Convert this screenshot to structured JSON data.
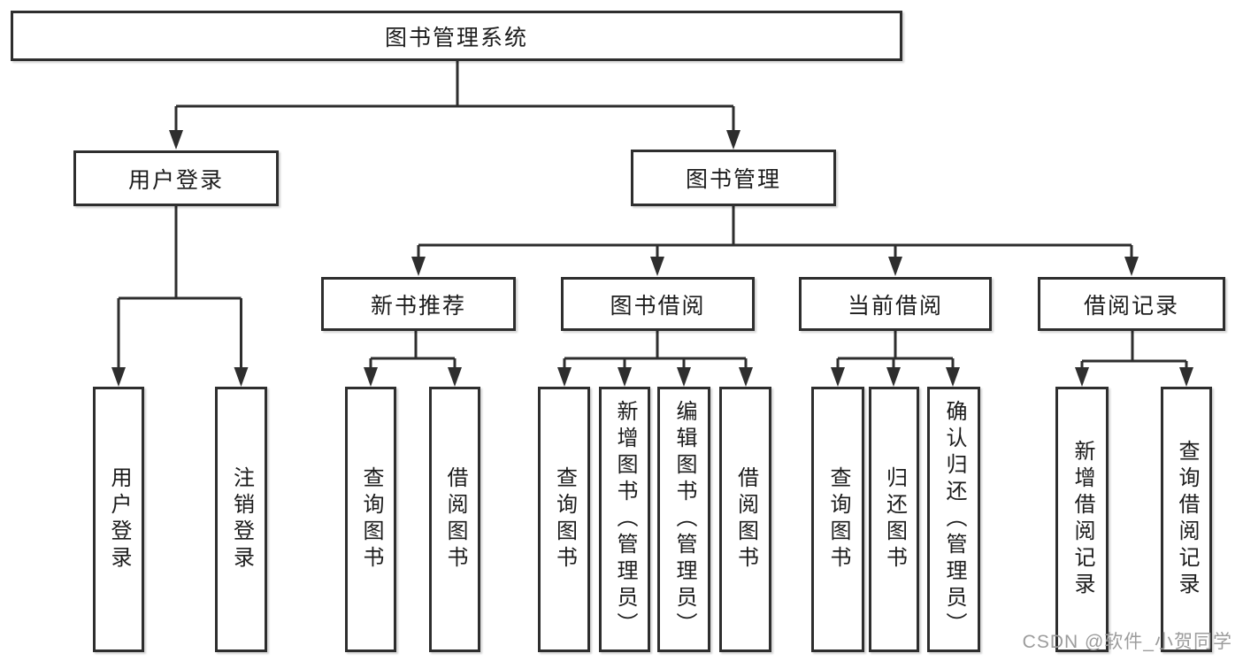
{
  "tree": {
    "root": {
      "label": "图书管理系统"
    },
    "branches": [
      {
        "label": "用户登录",
        "children": [
          "用户登录",
          "注销登录"
        ]
      },
      {
        "label": "图书管理",
        "sections": [
          {
            "label": "新书推荐",
            "children": [
              "查询图书",
              "借阅图书"
            ]
          },
          {
            "label": "图书借阅",
            "children": [
              "查询图书",
              "新增图书（管理员）",
              "编辑图书（管理员）",
              "借阅图书"
            ]
          },
          {
            "label": "当前借阅",
            "children": [
              "查询图书",
              "归还图书",
              "确认归还（管理员）"
            ]
          },
          {
            "label": "借阅记录",
            "children": [
              "新增借阅记录",
              "查询借阅记录"
            ]
          }
        ]
      }
    ]
  },
  "colors": {
    "line": "#2e2e2e",
    "border": "#2e2e2e",
    "box_bg": "#ffffff",
    "text": "#1c1c1c",
    "watermark": "#9c9c9c"
  },
  "watermark": {
    "text": "CSDN @软件_小贺同学"
  }
}
